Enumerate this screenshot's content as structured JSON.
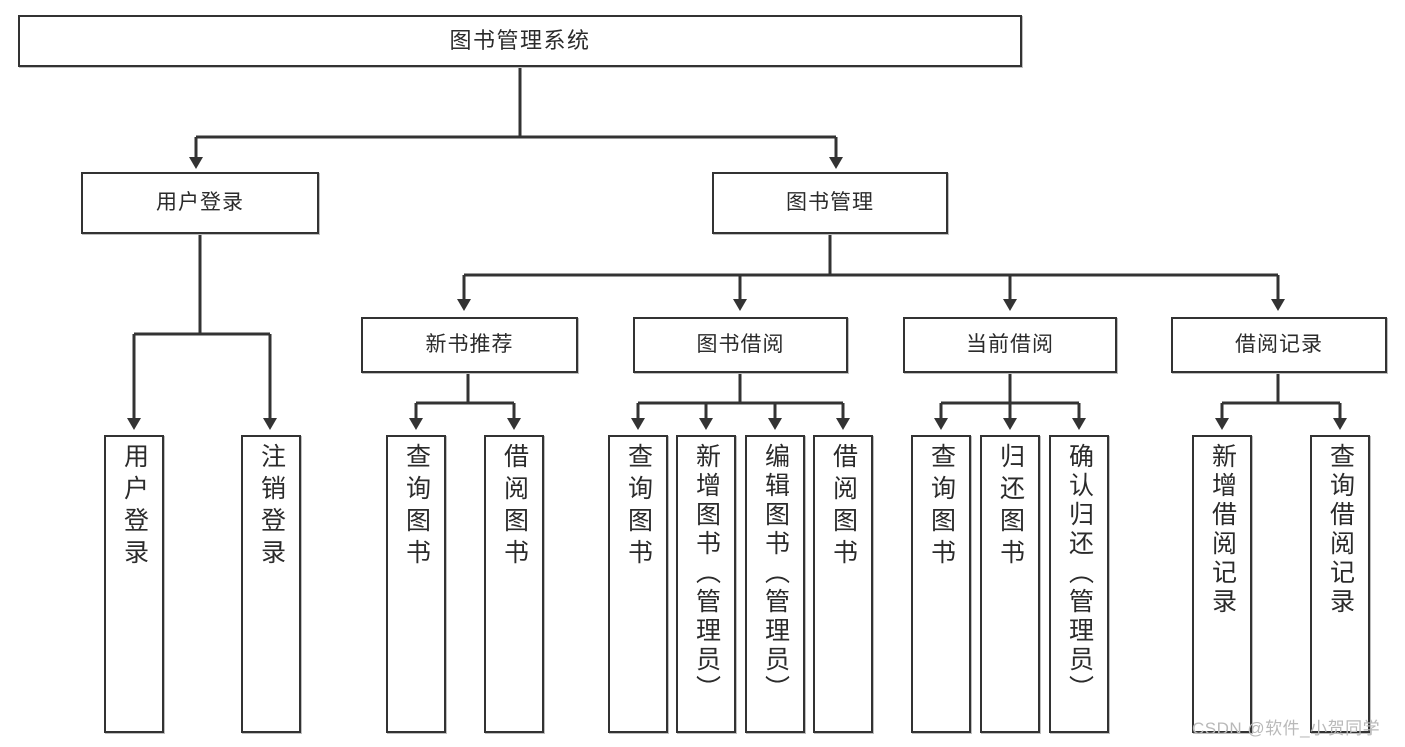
{
  "diagram": {
    "type": "tree-hierarchy-flowchart",
    "title": "图书管理系统",
    "line_color": "#333333",
    "box_fill": "#ffffff",
    "text_color": "#2b2b2b",
    "nodes": {
      "root": {
        "label": "图书管理系统",
        "level": 1
      },
      "level2": [
        {
          "id": "user-login",
          "label": "用户登录"
        },
        {
          "id": "book-manage",
          "label": "图书管理"
        }
      ],
      "level3": [
        {
          "id": "new-book-recommend",
          "label": "新书推荐",
          "parent": "book-manage"
        },
        {
          "id": "book-borrow",
          "label": "图书借阅",
          "parent": "book-manage"
        },
        {
          "id": "current-borrow",
          "label": "当前借阅",
          "parent": "book-manage"
        },
        {
          "id": "borrow-record",
          "label": "借阅记录",
          "parent": "book-manage"
        }
      ],
      "leaves": [
        {
          "id": "leaf-user-login",
          "label": "用户登录",
          "parent": "user-login"
        },
        {
          "id": "leaf-logout-login",
          "label": "注销登录",
          "parent": "user-login"
        },
        {
          "id": "leaf-query-book-1",
          "label": "查询图书",
          "parent": "new-book-recommend"
        },
        {
          "id": "leaf-borrow-book-1",
          "label": "借阅图书",
          "parent": "new-book-recommend"
        },
        {
          "id": "leaf-query-book-2",
          "label": "查询图书",
          "parent": "book-borrow"
        },
        {
          "id": "leaf-add-book",
          "label": "新增图书（管理员）",
          "parent": "book-borrow"
        },
        {
          "id": "leaf-edit-book",
          "label": "编辑图书（管理员）",
          "parent": "book-borrow"
        },
        {
          "id": "leaf-borrow-book-2",
          "label": "借阅图书",
          "parent": "book-borrow"
        },
        {
          "id": "leaf-query-book-3",
          "label": "查询图书",
          "parent": "current-borrow"
        },
        {
          "id": "leaf-return-book",
          "label": "归还图书",
          "parent": "current-borrow"
        },
        {
          "id": "leaf-confirm-return",
          "label": "确认归还（管理员）",
          "parent": "current-borrow"
        },
        {
          "id": "leaf-add-record",
          "label": "新增借阅记录",
          "parent": "borrow-record"
        },
        {
          "id": "leaf-query-record",
          "label": "查询借阅记录",
          "parent": "borrow-record"
        }
      ]
    }
  },
  "watermark": {
    "text": "CSDN @软件_小贺同学"
  }
}
